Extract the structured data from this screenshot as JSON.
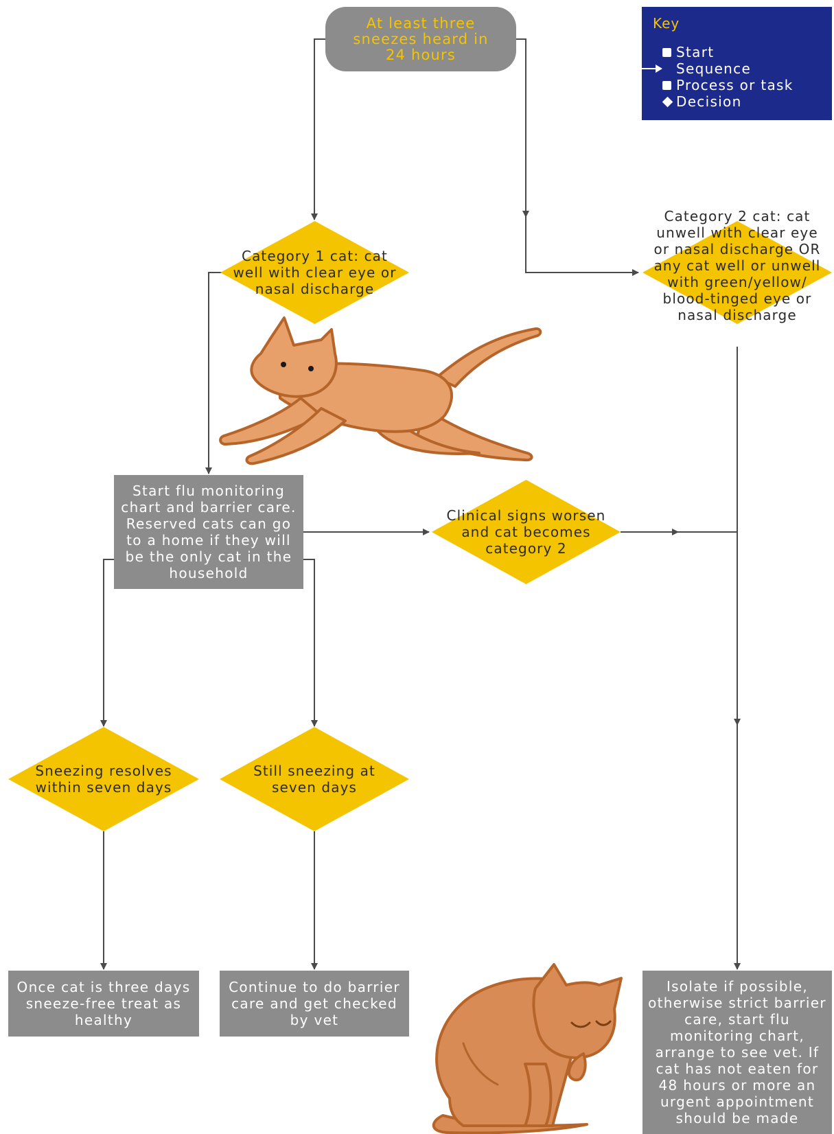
{
  "start": {
    "text": "At least three sneezes heard in 24 hours"
  },
  "key": {
    "title": "Key",
    "items": [
      {
        "symbol": "square",
        "label": "Start"
      },
      {
        "symbol": "arrow",
        "label": "Sequence"
      },
      {
        "symbol": "square",
        "label": "Process or task"
      },
      {
        "symbol": "diamond",
        "label": "Decision"
      }
    ]
  },
  "decisions": {
    "category1": "Category 1 cat: cat well with clear eye or nasal discharge",
    "category2": "Category 2 cat: cat unwell with clear eye or nasal discharge OR any cat well or unwell with green/yellow/ blood-tinged eye or nasal discharge",
    "worsen": "Clinical signs worsen and cat becomes category 2",
    "resolves": "Sneezing resolves within seven days",
    "still_sneezing": "Still sneezing at seven days"
  },
  "processes": {
    "monitoring": "Start flu monitoring chart and barrier care. Reserved cats can go to a home if they will be the only cat in the household",
    "healthy": "Once cat is three days sneeze-free treat as healthy",
    "barrier_vet": "Continue to do barrier care and get checked by vet",
    "isolate": "Isolate if possible, otherwise strict barrier care, start flu monitoring chart, arrange to see vet. If cat has not eaten for 48 hours or more an urgent appointment should be made"
  },
  "colors": {
    "process_grey": "#8c8c8c",
    "decision_yellow": "#f5c400",
    "key_blue": "#1c2a8c",
    "line": "#4a4a4a",
    "cat_fill": "#e8a06a",
    "cat_outline": "#b5652a"
  }
}
